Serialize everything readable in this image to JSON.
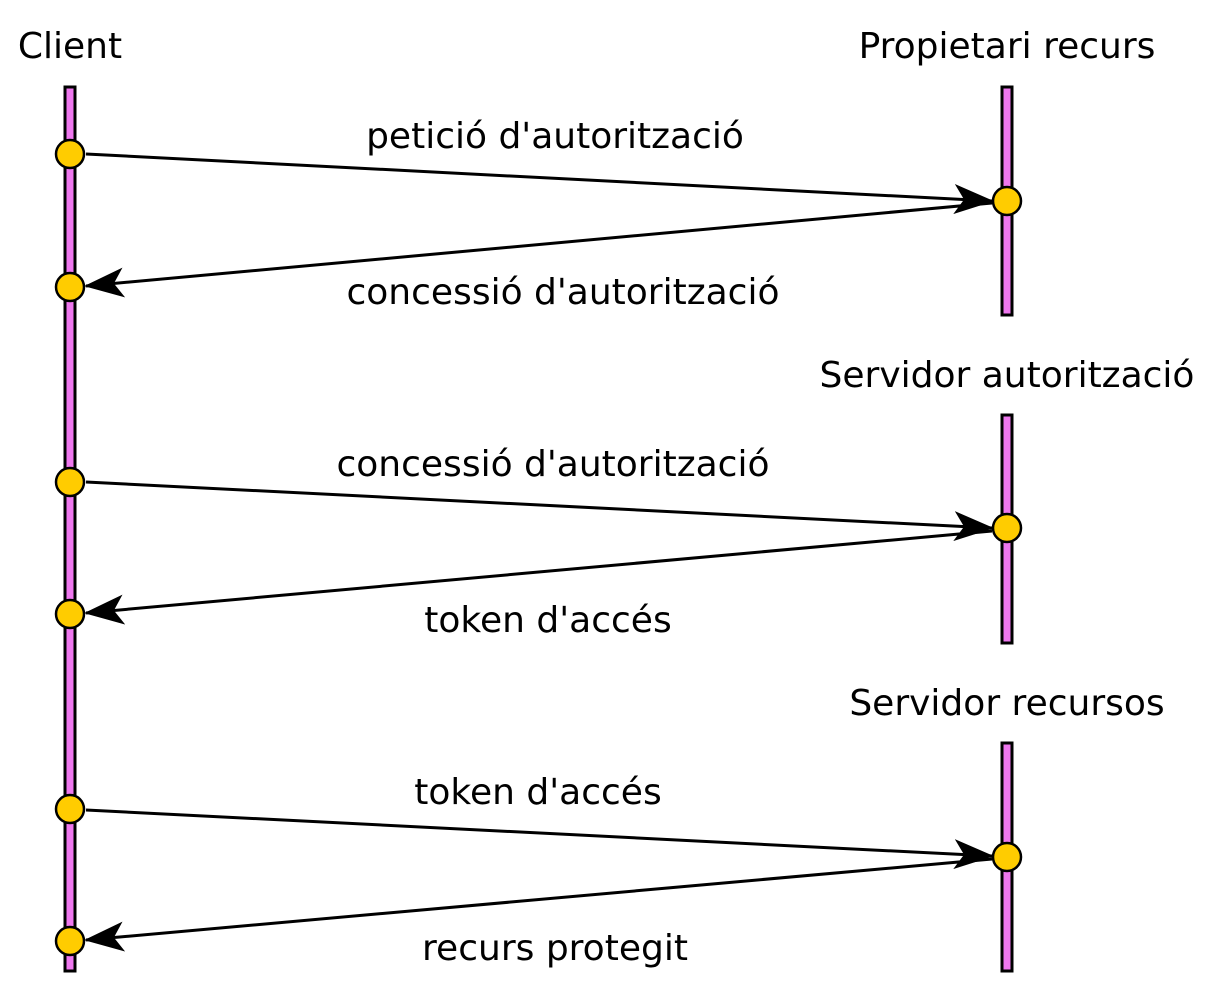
{
  "colors": {
    "lifeline_fill": "#ee77ee",
    "node_fill": "#ffcc00",
    "stroke": "#000000",
    "background": "#ffffff"
  },
  "participants": {
    "client": "Client",
    "owner": "Propietari recurs",
    "auth_server": "Servidor autorització",
    "resource_server": "Servidor recursos"
  },
  "messages": {
    "auth_request": "petició d'autorització",
    "auth_grant": "concessió d'autorització",
    "auth_grant_send": "concessió d'autorització",
    "access_token": "token d'accés",
    "access_token_send": "token d'accés",
    "protected_resource": "recurs protegit"
  }
}
